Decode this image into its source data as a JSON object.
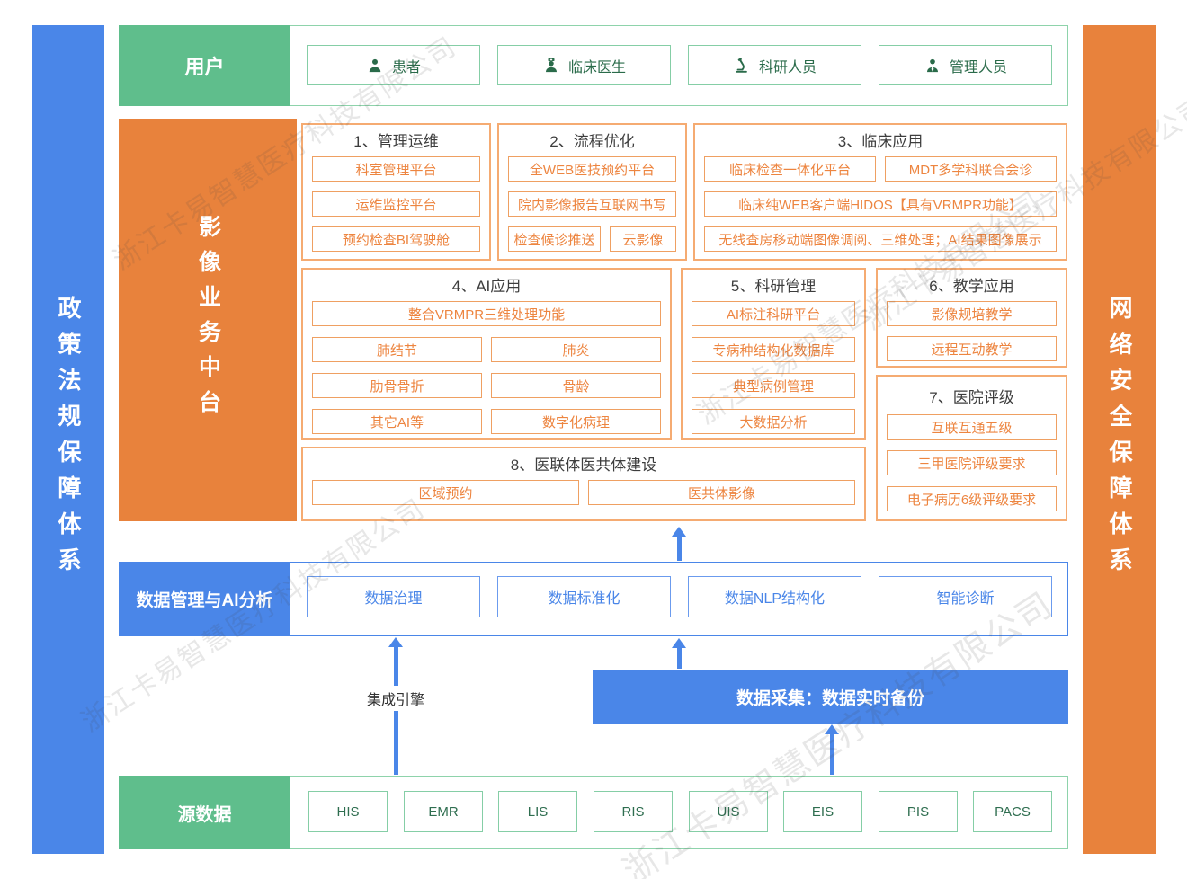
{
  "watermark": {
    "text": "浙江卡易智慧医疗科技有限公司"
  },
  "colors": {
    "green": "#5FBE8C",
    "orange": "#E8823C",
    "blue": "#4A86E8",
    "orange_text": "#ED8540",
    "green_text": "#2A6B4A"
  },
  "left_bar": {
    "label": "政策法规保障体系"
  },
  "right_bar": {
    "label": "网络安全保障体系"
  },
  "users": {
    "label": "用户",
    "items": [
      {
        "label": "患者",
        "icon": "patient-icon"
      },
      {
        "label": "临床医生",
        "icon": "doctor-icon"
      },
      {
        "label": "科研人员",
        "icon": "microscope-icon"
      },
      {
        "label": "管理人员",
        "icon": "admin-icon"
      }
    ]
  },
  "platform": {
    "label": "影像业务中台",
    "sections": {
      "s1": {
        "title": "1、管理运维",
        "items": [
          "科室管理平台",
          "运维监控平台",
          "预约检查BI驾驶舱"
        ]
      },
      "s2": {
        "title": "2、流程优化",
        "items": [
          "全WEB医技预约平台",
          "院内影像报告互联网书写",
          "检查候诊推送",
          "云影像"
        ]
      },
      "s3": {
        "title": "3、临床应用",
        "items": [
          "临床检查一体化平台",
          "MDT多学科联合会诊",
          "临床纯WEB客户端HIDOS【具有VRMPR功能】",
          "无线查房移动端图像调阅、三维处理；AI结果图像展示"
        ]
      },
      "s4": {
        "title": "4、AI应用",
        "items": [
          "整合VRMPR三维处理功能",
          "肺结节",
          "肺炎",
          "肋骨骨折",
          "骨龄",
          "其它AI等",
          "数字化病理"
        ]
      },
      "s5": {
        "title": "5、科研管理",
        "items": [
          "AI标注科研平台",
          "专病种结构化数据库",
          "典型病例管理",
          "大数据分析"
        ]
      },
      "s6": {
        "title": "6、教学应用",
        "items": [
          "影像规培教学",
          "远程互动教学"
        ]
      },
      "s7": {
        "title": "7、医院评级",
        "items": [
          "互联互通五级",
          "三甲医院评级要求",
          "电子病历6级评级要求"
        ]
      },
      "s8": {
        "title": "8、医联体医共体建设",
        "items": [
          "区域预约",
          "医共体影像"
        ]
      }
    }
  },
  "data_mgmt": {
    "label": "数据管理与AI分析",
    "items": [
      "数据治理",
      "数据标准化",
      "数据NLP结构化",
      "智能诊断"
    ]
  },
  "flow": {
    "engine_label": "集成引擎",
    "collect_label": "数据采集：数据实时备份"
  },
  "source": {
    "label": "源数据",
    "items": [
      "HIS",
      "EMR",
      "LIS",
      "RIS",
      "UIS",
      "EIS",
      "PIS",
      "PACS"
    ]
  }
}
